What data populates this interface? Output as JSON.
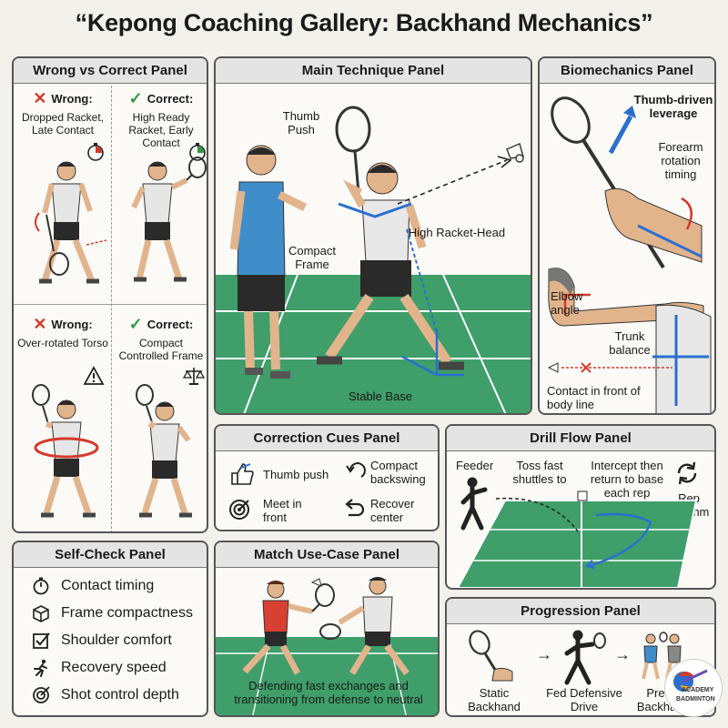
{
  "title": "“Kepong Coaching Gallery: Backhand Mechanics”",
  "wrong_correct": {
    "header": "Wrong vs Correct Panel",
    "top_wrong_title": "Wrong:",
    "top_wrong_desc": "Dropped Racket, Late Contact",
    "top_correct_title": "Correct:",
    "top_correct_desc": "High Ready Racket, Early Contact",
    "bottom_wrong_title": "Wrong:",
    "bottom_wrong_desc": "Over-rotated Torso",
    "bottom_correct_title": "Correct:",
    "bottom_correct_desc": "Compact Controlled Frame"
  },
  "main": {
    "header": "Main Technique Panel",
    "thumb_push": "Thumb Push",
    "high_racket": "High Racket-Head",
    "compact_frame": "Compact Frame",
    "stable_base": "Stable Base"
  },
  "bio": {
    "header": "Biomechanics Panel",
    "thumb_lever": "Thumb-driven leverage",
    "forearm": "Forearm rotation timing",
    "elbow": "Elbow angle",
    "trunk": "Trunk balance",
    "contact": "Contact in front of body line"
  },
  "cues": {
    "header": "Correction Cues Panel",
    "items": [
      "Thumb push",
      "Compact backswing",
      "Meet in front",
      "Recover center"
    ]
  },
  "drill": {
    "header": "Drill Flow Panel",
    "feeder": "Feeder",
    "toss": "Toss fast shuttles to",
    "intercept": "Intercept then return to base each rep",
    "rep": "Rep Rhythm"
  },
  "selfcheck": {
    "header": "Self-Check Panel",
    "items": [
      "Contact timing",
      "Frame compactness",
      "Shoulder comfort",
      "Recovery speed",
      "Shot control depth"
    ]
  },
  "match": {
    "header": "Match Use-Case Panel",
    "caption": "Defending fast exchanges and transitioning from defense to neutral"
  },
  "progression": {
    "header": "Progression Panel",
    "steps": [
      "Static Backhand Touch",
      "Fed Defensive Drive",
      "Press Backha..."
    ]
  },
  "logo": {
    "line1": "ACADEMY",
    "line2": "BADMINTON"
  },
  "colors": {
    "court": "#3f9e6a",
    "blue": "#2a6fd0",
    "red": "#d43a2a",
    "green": "#2e9a3e"
  }
}
